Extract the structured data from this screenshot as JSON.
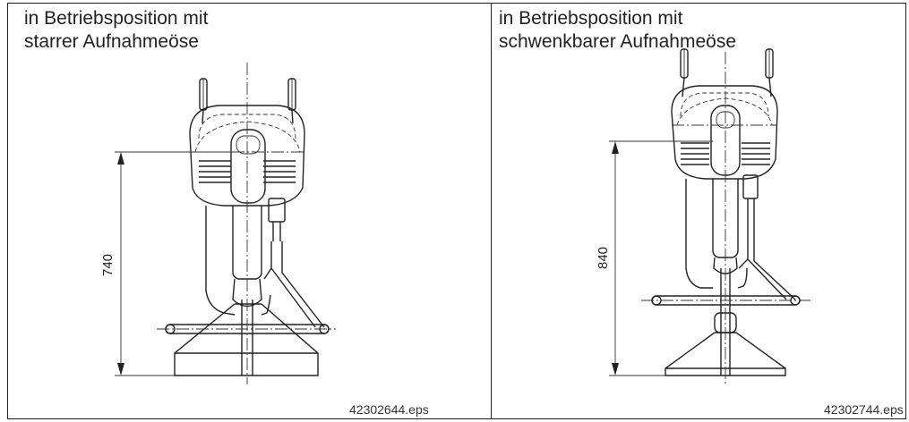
{
  "panels": [
    {
      "title_line1": "in Betriebsposition mit",
      "title_line2": "starrer Aufnahmeöse",
      "dimension": "740",
      "filename": "42302644.eps"
    },
    {
      "title_line1": "in Betriebsposition mit",
      "title_line2": "schwenkbarer Aufnahmeöse",
      "dimension": "840",
      "filename": "42302744.eps"
    }
  ]
}
